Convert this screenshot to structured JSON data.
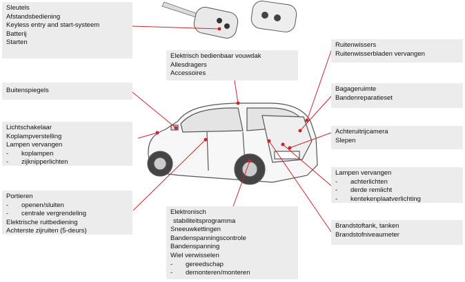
{
  "callouts": {
    "keys": {
      "lines": [
        "Sleutels",
        "Afstandsbediening",
        "Keyless entry and start-systeem",
        "Batterij",
        "Starten"
      ]
    },
    "mirrors": {
      "lines": [
        "Buitenspiegels"
      ]
    },
    "lights": {
      "lines": [
        "Lichtschakelaar",
        "Koplampverstelling",
        "Lampen vervangen"
      ],
      "sub": [
        "koplampen",
        "zijknipperlichten"
      ]
    },
    "doors": {
      "lines": [
        "Portieren"
      ],
      "sub": [
        "openen/sluiten",
        "centrale vergrendeling"
      ],
      "after": [
        "Elektrische ruitbediening",
        "Achterste zijruiten (5-deurs)"
      ]
    },
    "roof": {
      "lines": [
        "Elektrisch bedienbaar vouwdak",
        "Allesdragers",
        "Accessoires"
      ]
    },
    "wheels": {
      "first": "Elektronisch",
      "indent": "stabiliteitsprogramma",
      "lines": [
        "Sneeuwkettingen",
        "Bandenspanningscontrole",
        "Bandenspanning",
        "Wiel verwisselen"
      ],
      "sub": [
        "gereedschap",
        "demonteren/monteren"
      ]
    },
    "wipers": {
      "lines": [
        "Ruitenwissers",
        "Ruitenwisserbladen vervangen"
      ]
    },
    "boot": {
      "lines": [
        "Bagageruimte",
        "Bandenreparatieset"
      ]
    },
    "camera": {
      "lines": [
        "Achteruitrijcamera",
        "Slepen"
      ]
    },
    "rear_lamps": {
      "lines": [
        "Lampen vervangen"
      ],
      "sub": [
        "achterlichten",
        "derde remlicht",
        "kentekenplaatverlichting"
      ]
    },
    "fuel": {
      "lines": [
        "Brandstoftank, tanken",
        "Brandstofniveaumeter"
      ]
    },
    "dash_glyph": "-"
  },
  "colors": {
    "box_bg": "#ececec",
    "leader": "#d0202a",
    "car_line": "#555555",
    "car_fill": "#f7f7f7"
  }
}
